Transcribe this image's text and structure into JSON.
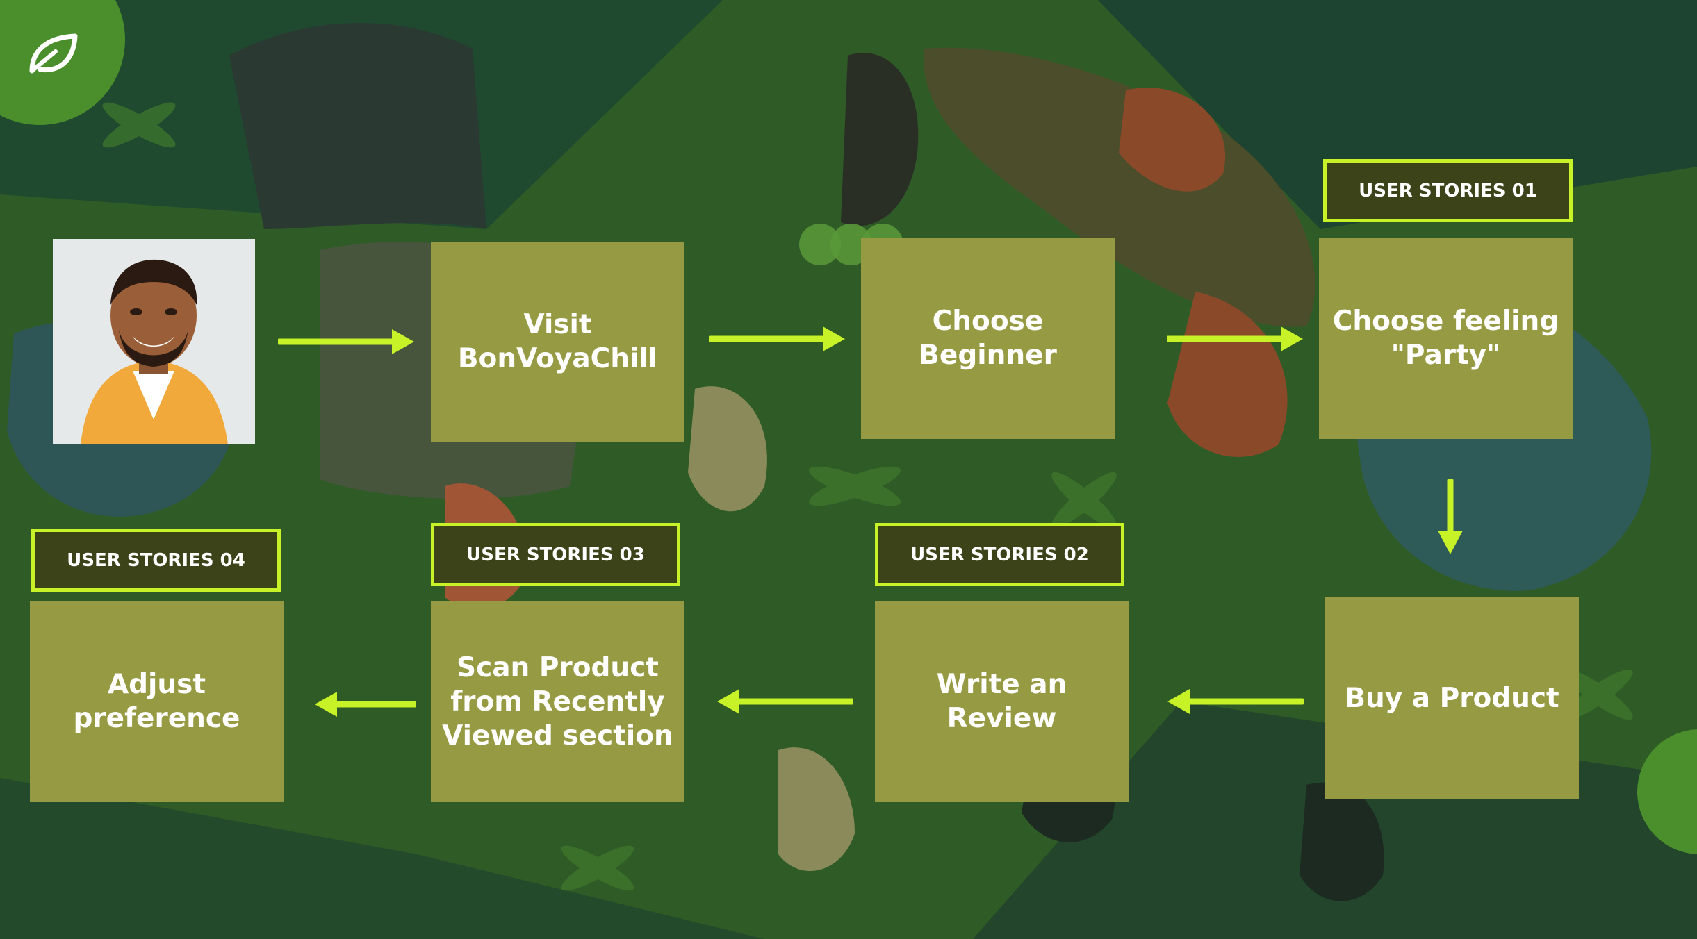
{
  "colors": {
    "card": "#969b43",
    "tag_bg": "#3d4319",
    "accent": "#c6f227",
    "badge": "#4a8f2c",
    "text": "#ffffff"
  },
  "icons": {
    "corner": "leaf-icon",
    "arrows": "arrow-icon"
  },
  "persona": {
    "avatar_icon": "person-photo"
  },
  "steps": [
    {
      "label": "Visit BonVoyaChill"
    },
    {
      "label": "Choose Beginner"
    },
    {
      "label": "Choose feeling \"Party\""
    },
    {
      "label": "Buy a Product"
    },
    {
      "label": "Write an Review"
    },
    {
      "label": "Scan Product from Recently Viewed section"
    },
    {
      "label": "Adjust preference"
    }
  ],
  "tags": [
    {
      "label": "USER STORIES 01"
    },
    {
      "label": "USER STORIES 02"
    },
    {
      "label": "USER STORIES 03"
    },
    {
      "label": "USER STORIES 04"
    }
  ]
}
